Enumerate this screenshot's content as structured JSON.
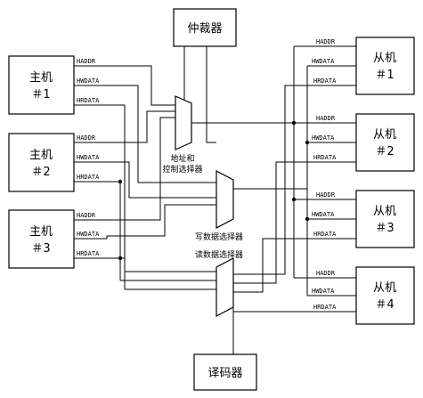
{
  "arbiter": {
    "label": "仲裁器"
  },
  "decoder": {
    "label": "译码器"
  },
  "masters": [
    {
      "name": "主机",
      "num": "＃1"
    },
    {
      "name": "主机",
      "num": "＃2"
    },
    {
      "name": "主机",
      "num": "＃3"
    }
  ],
  "slaves": [
    {
      "name": "从机",
      "num": "＃1"
    },
    {
      "name": "从机",
      "num": "＃2"
    },
    {
      "name": "从机",
      "num": "＃3"
    },
    {
      "name": "从机",
      "num": "＃4"
    }
  ],
  "signals": {
    "haddr": "HADDR",
    "hwdata": "HWDATA",
    "hrdata": "HRDATA"
  },
  "muxes": {
    "addr_line1": "地址和",
    "addr_line2": "控制选择器",
    "write": "写数据选择器",
    "read": "读数据选择器"
  }
}
